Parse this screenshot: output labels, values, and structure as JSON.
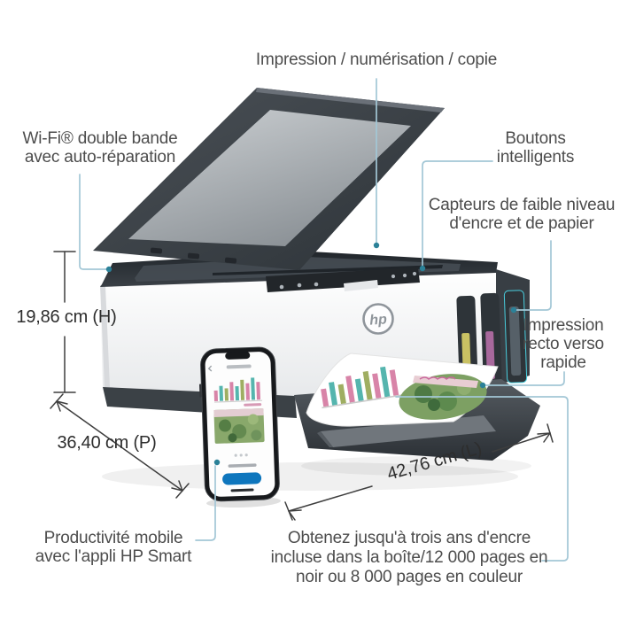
{
  "callouts": {
    "print_scan_copy": {
      "label": "Impression / numérisation / copie"
    },
    "wifi": {
      "lines": [
        "Wi-Fi® double bande",
        "avec auto-réparation"
      ]
    },
    "smart_buttons": {
      "lines": [
        "Boutons",
        "intelligents"
      ]
    },
    "sensors": {
      "lines": [
        "Capteurs de faible niveau",
        "d'encre et de papier"
      ]
    },
    "duplex": {
      "lines": [
        "Impression",
        "recto verso",
        "rapide"
      ]
    },
    "mobile": {
      "lines": [
        "Productivité mobile",
        "avec l'appli HP Smart"
      ]
    },
    "ink_offer": {
      "lines": [
        "Obtenez jusqu'à trois ans d'encre",
        "incluse dans la boîte/12 000 pages en",
        "noir ou 8 000 pages en couleur"
      ]
    }
  },
  "dimensions": {
    "height": "19,86 cm (H)",
    "depth": "36,40 cm (P)",
    "width": "42,76 cm (L)"
  },
  "brand": {
    "logo_text": "hp"
  },
  "colors": {
    "callout_line": "#a3c7d6",
    "callout_dot": "#2b8198",
    "dimension_line": "#3e3e3e",
    "label_text": "#4d4d4d",
    "printer_dark": "#33383d",
    "button_blue": "#0e76bd",
    "tank_yellow": "#c9c163",
    "tank_magenta": "#a8689c",
    "accent_cyan": "#49cede"
  }
}
